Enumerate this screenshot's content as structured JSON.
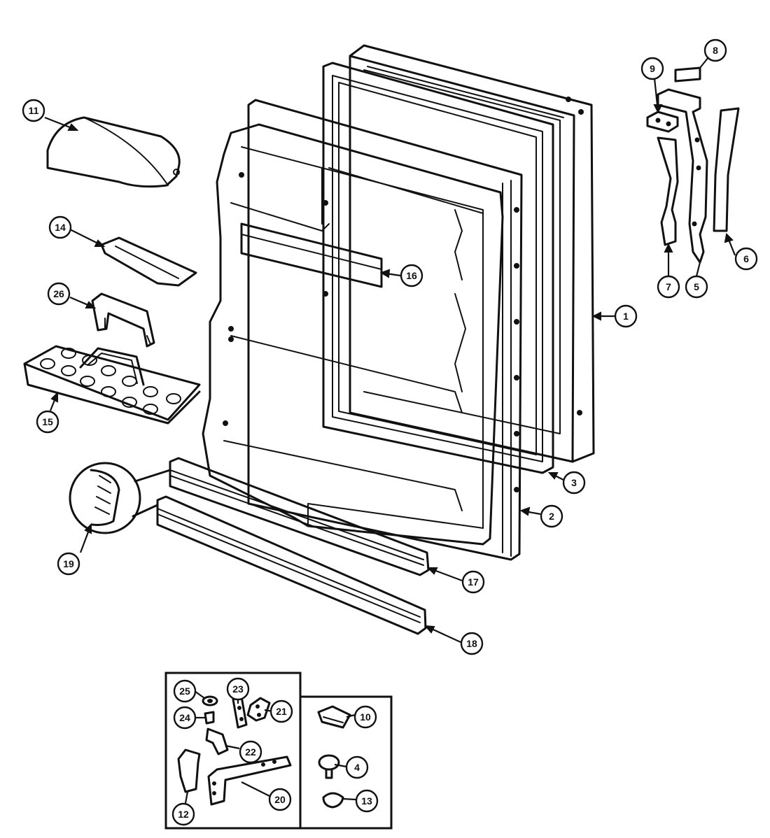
{
  "diagram": {
    "callouts": [
      {
        "id": "c1",
        "label": "1"
      },
      {
        "id": "c2",
        "label": "2"
      },
      {
        "id": "c3",
        "label": "3"
      },
      {
        "id": "c4",
        "label": "4"
      },
      {
        "id": "c5",
        "label": "5"
      },
      {
        "id": "c6",
        "label": "6"
      },
      {
        "id": "c7",
        "label": "7"
      },
      {
        "id": "c8",
        "label": "8"
      },
      {
        "id": "c9",
        "label": "9"
      },
      {
        "id": "c10",
        "label": "10"
      },
      {
        "id": "c11",
        "label": "11"
      },
      {
        "id": "c12",
        "label": "12"
      },
      {
        "id": "c13",
        "label": "13"
      },
      {
        "id": "c14",
        "label": "14"
      },
      {
        "id": "c15",
        "label": "15"
      },
      {
        "id": "c16",
        "label": "16"
      },
      {
        "id": "c17",
        "label": "17"
      },
      {
        "id": "c18",
        "label": "18"
      },
      {
        "id": "c19",
        "label": "19"
      },
      {
        "id": "c20",
        "label": "20"
      },
      {
        "id": "c21",
        "label": "21"
      },
      {
        "id": "c22",
        "label": "22"
      },
      {
        "id": "c23",
        "label": "23"
      },
      {
        "id": "c24",
        "label": "24"
      },
      {
        "id": "c25",
        "label": "25"
      },
      {
        "id": "c26",
        "label": "26"
      }
    ],
    "colors": {
      "ink": "#111111",
      "paper": "#ffffff"
    }
  }
}
